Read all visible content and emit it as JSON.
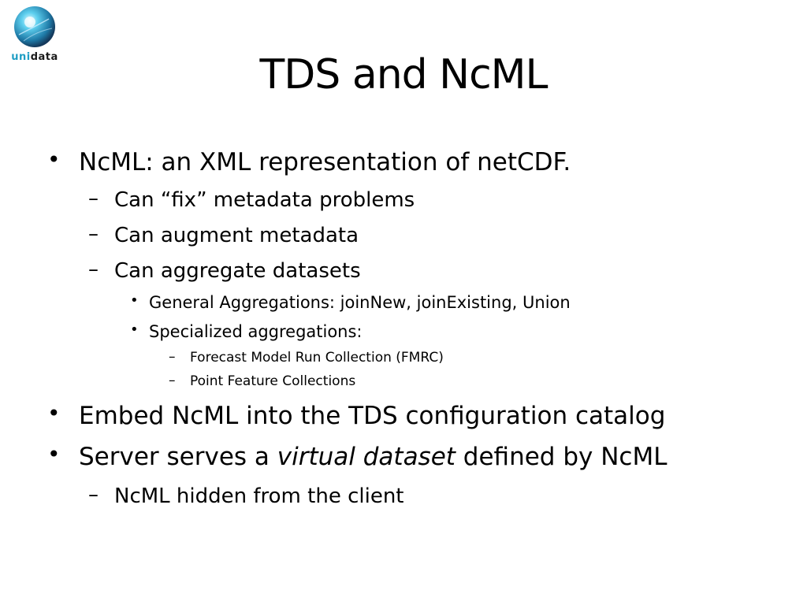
{
  "logo": {
    "text_uni": "uni",
    "text_data": "data"
  },
  "slide": {
    "title": "TDS and NcML",
    "bullets": {
      "b1": "NcML: an XML representation of netCDF.",
      "b1_1": "Can “fix” metadata problems",
      "b1_2": "Can augment metadata",
      "b1_3": "Can aggregate datasets",
      "b1_3_1": "General Aggregations: joinNew, joinExisting, Union",
      "b1_3_2": "Specialized aggregations:",
      "b1_3_2_1": "Forecast Model Run Collection (FMRC)",
      "b1_3_2_2": "Point Feature Collections",
      "b2": "Embed NcML into the TDS configuration catalog",
      "b3_pre": "Server serves a ",
      "b3_em": "virtual dataset",
      "b3_post": " defined by NcML",
      "b3_1": "NcML hidden from the client"
    }
  },
  "colors": {
    "logo_accent": "#1f9ec4",
    "text": "#000000"
  }
}
